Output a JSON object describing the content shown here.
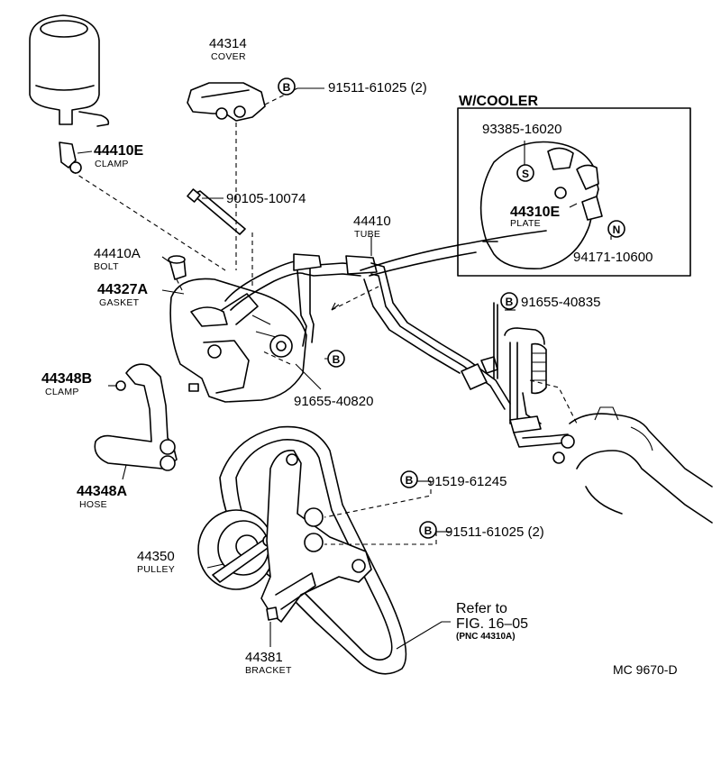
{
  "diagram": {
    "code": "MC 9670-D",
    "cooler_box": {
      "title": "W/COOLER"
    },
    "parts": [
      {
        "id": "p44314",
        "number": "44314",
        "caption": "COVER"
      },
      {
        "id": "p91511a",
        "number": "91511-61025 (2)",
        "marker": "B"
      },
      {
        "id": "p44410E",
        "number": "44410E",
        "caption": "CLAMP"
      },
      {
        "id": "p90105",
        "number": "90105-10074"
      },
      {
        "id": "p44410",
        "number": "44410",
        "caption": "TUBE"
      },
      {
        "id": "p44410A",
        "number": "44410A",
        "caption": "BOLT"
      },
      {
        "id": "p44327A",
        "number": "44327A",
        "caption": "GASKET"
      },
      {
        "id": "p91655a",
        "number": "91655-40835",
        "marker": "B"
      },
      {
        "id": "p91655b",
        "number": "91655-40820",
        "marker": "B"
      },
      {
        "id": "p44348B",
        "number": "44348B",
        "caption": "CLAMP"
      },
      {
        "id": "p44348A",
        "number": "44348A",
        "caption": "HOSE"
      },
      {
        "id": "p91519",
        "number": "91519-61245",
        "marker": "B"
      },
      {
        "id": "p91511b",
        "number": "91511-61025 (2)",
        "marker": "B"
      },
      {
        "id": "p44350",
        "number": "44350",
        "caption": "PULLEY"
      },
      {
        "id": "p44381",
        "number": "44381",
        "caption": "BRACKET"
      },
      {
        "id": "p93385",
        "number": "93385-16020",
        "marker": "S"
      },
      {
        "id": "p44310E",
        "number": "44310E",
        "caption": "PLATE"
      },
      {
        "id": "p94171",
        "number": "94171-10600",
        "marker": "N"
      }
    ],
    "refer": {
      "line1": "Refer to",
      "line2": "FIG. 16–05",
      "line3": "(PNC 44310A)"
    }
  }
}
